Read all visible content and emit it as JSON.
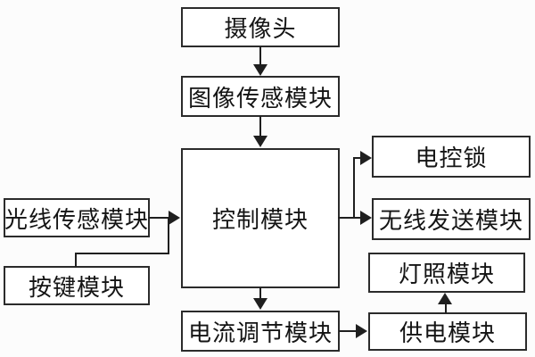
{
  "diagram": {
    "type": "block-diagram",
    "background": "#fcfcfc",
    "line_color": "#1f1f1f",
    "box_border_color": "#2b2b2b",
    "box_fill": "#ffffff",
    "text_color": "#141414",
    "nodes": {
      "camera": {
        "label": "摄像头"
      },
      "image_sensor": {
        "label": "图像传感模块"
      },
      "control": {
        "label": "控制模块"
      },
      "light_sensor": {
        "label": "光线传感模块"
      },
      "button": {
        "label": "按键模块"
      },
      "electric_lock": {
        "label": "电控锁"
      },
      "wireless_send": {
        "label": "无线发送模块"
      },
      "lighting": {
        "label": "灯照模块"
      },
      "current_regulator": {
        "label": "电流调节模块"
      },
      "power_supply": {
        "label": "供电模块"
      }
    },
    "edges": [
      {
        "from": "摄像头",
        "to": "图像传感模块",
        "type": "arrow"
      },
      {
        "from": "图像传感模块",
        "to": "控制模块",
        "type": "arrow"
      },
      {
        "from": "光线传感模块",
        "to": "控制模块",
        "type": "arrow"
      },
      {
        "from": "按键模块",
        "to": "控制模块",
        "type": "arrow"
      },
      {
        "from": "控制模块",
        "to": "电控锁",
        "type": "arrow"
      },
      {
        "from": "控制模块",
        "to": "无线发送模块",
        "type": "arrow"
      },
      {
        "from": "控制模块",
        "to": "电流调节模块",
        "type": "arrow"
      },
      {
        "from": "电流调节模块",
        "to": "供电模块",
        "type": "arrow"
      },
      {
        "from": "供电模块",
        "to": "灯照模块",
        "type": "arrow"
      }
    ]
  }
}
